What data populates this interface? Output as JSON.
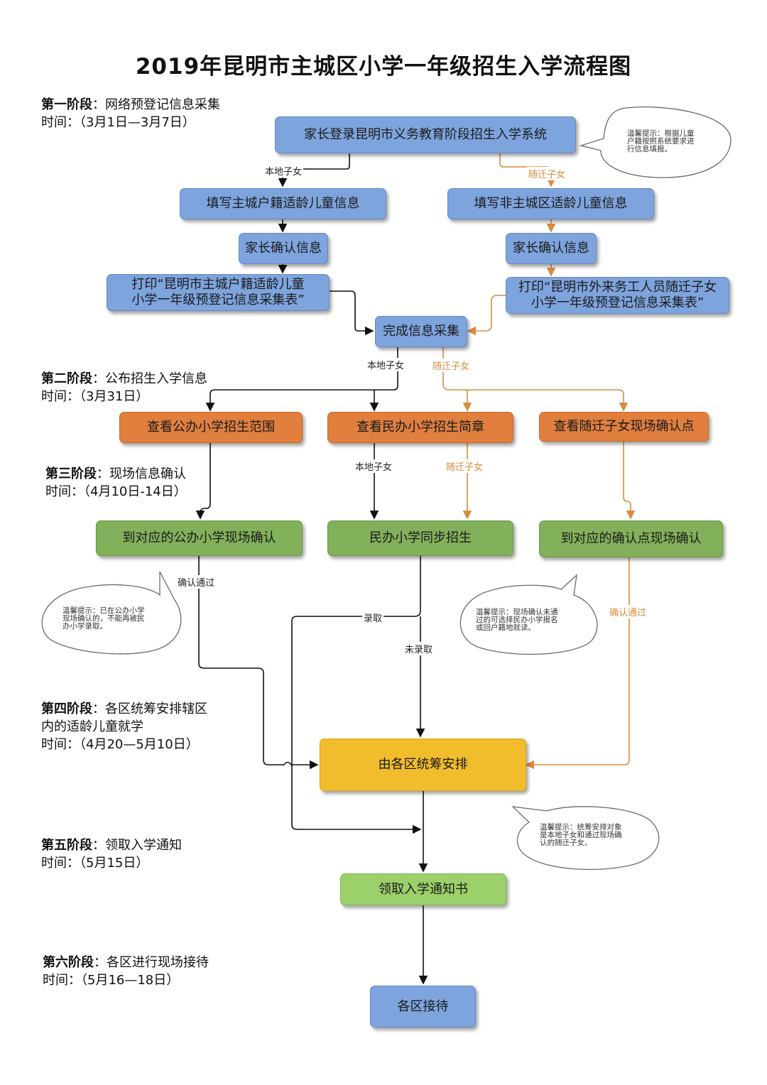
{
  "title": "2019年昆明市主城区小学一年级招生入学流程图",
  "stages": [
    {
      "name": "第一阶段",
      "desc": "网络预登记信息采集",
      "desc2": "",
      "time": "时间：（3月1日—3月7日）"
    },
    {
      "name": "第二阶段",
      "desc": "公布招生入学信息",
      "desc2": "",
      "time": "时间：（3月31日）"
    },
    {
      "name": "第三阶段",
      "desc": "现场信息确认",
      "desc2": "",
      "time": "时间：（4月10日-14日）"
    },
    {
      "name": "第四阶段",
      "desc": "各区统筹安排辖区",
      "desc2": "内的适龄儿童就学",
      "time": "时间：（4月20—5月10日）"
    },
    {
      "name": "第五阶段",
      "desc": "领取入学通知",
      "desc2": "",
      "time": "时间：（5月15日）"
    },
    {
      "name": "第六阶段",
      "desc": "各区进行现场接待",
      "desc2": "",
      "time": "时间：（5月16—18日）"
    }
  ],
  "boxes": {
    "login": "家长登录昆明市义务教育阶段招生入学系统",
    "fill_local": "填写主城户籍适龄儿童信息",
    "fill_migrant": "填写非主城区适龄儿童信息",
    "confirm_local": "家长确认信息",
    "confirm_migrant": "家长确认信息",
    "print_local_1": "打印“昆明市主城户籍适龄儿童",
    "print_local_2": "小学一年级预登记信息采集表”",
    "print_migrant_1": "打印“昆明市外来务工人员随迁子女",
    "print_migrant_2": "小学一年级预登记信息采集表”",
    "complete": "完成信息采集",
    "public_range": "查看公办小学招生范围",
    "private_brief": "查看民办小学招生简章",
    "migrant_points": "查看随迁子女现场确认点",
    "public_confirm": "到对应的公办小学现场确认",
    "private_sync": "民办小学同步招生",
    "point_confirm": "到对应的确认点现场确认",
    "district_arrange": "由各区统筹安排",
    "notice": "领取入学通知书",
    "reception": "各区接待"
  },
  "labels": {
    "local": "本地子女",
    "migrant": "随迁子女",
    "confirm_pass": "确认通过",
    "admitted": "录取",
    "not_admitted": "未录取"
  },
  "notes": {
    "note1": [
      "温馨提示：根据儿童",
      "户籍按照系统要求进",
      "行信息填报。"
    ],
    "note2": [
      "温馨提示：已在公办小学",
      "现场确认的，不能再被民",
      "办小学录取。"
    ],
    "note3": [
      "温馨提示：现场确认未通",
      "过的可选择民办小学报名",
      "或回户籍地就读。"
    ],
    "note4": [
      "温馨提示：统筹安排对象",
      "是本地子女和通过现场确",
      "认的随迁子女。"
    ]
  },
  "colors": {
    "blue": "#7ea4dd",
    "orange": "#e07f3e",
    "green": "#83b05a",
    "yellow": "#f2bd2c",
    "light_green": "#9bd06a",
    "migrant_line": "#d98b3e"
  }
}
